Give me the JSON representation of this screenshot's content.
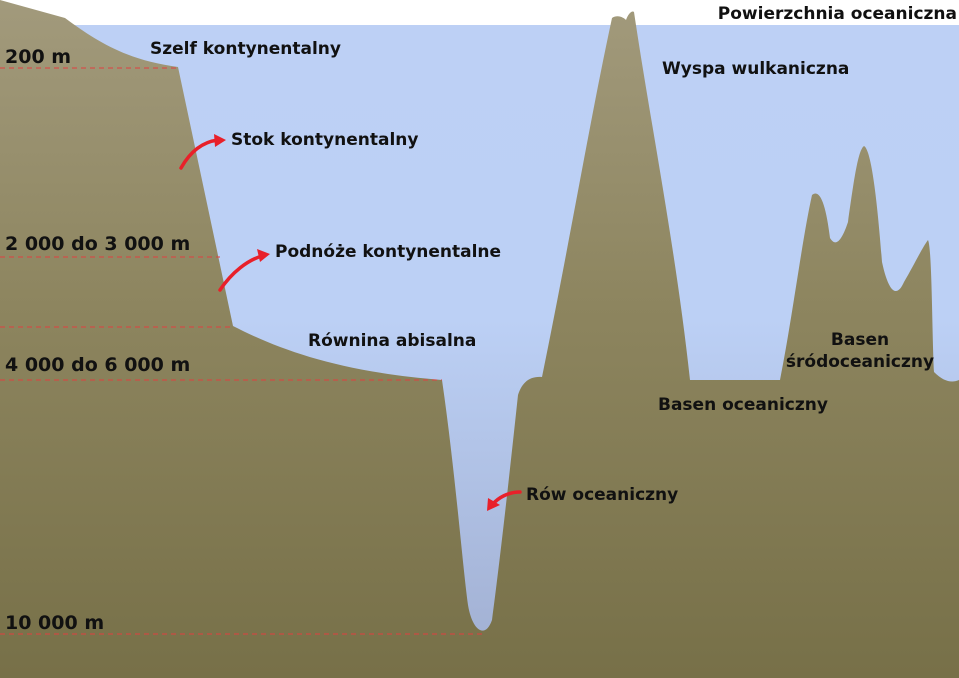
{
  "surface_label": "Powierzchnia oceaniczna",
  "depths": {
    "d200": "200 m",
    "d2000": "2 000 do 3 000 m",
    "d4000": "4 000 do 6 000 m",
    "d10000": "10 000 m"
  },
  "features": {
    "shelf": "Szelf kontynentalny",
    "slope": "Stok kontynentalny",
    "rise": "Podnóże kontynentalne",
    "abyssal_plain": "Równina abisalna",
    "volcanic_island": "Wyspa wulkaniczna",
    "ocean_basin": "Basen oceaniczny",
    "mid_ocean_basin_line1": "Basen",
    "mid_ocean_basin_line2": "śródoceaniczny",
    "trench": "Rów oceaniczny"
  },
  "colors": {
    "water_top": "#bdd0f5",
    "water_bottom": "#a0aed0",
    "land_top": "#a29a7c",
    "land_bottom": "#787048",
    "arrow": "#e8202a",
    "depth_line": "#e04040"
  }
}
